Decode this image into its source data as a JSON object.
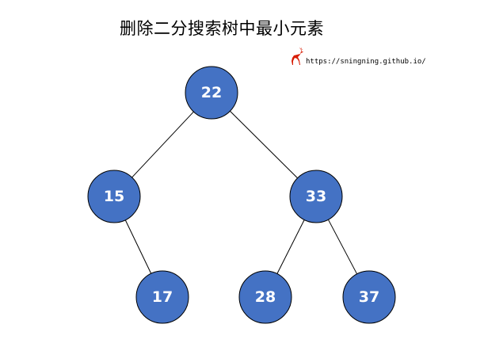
{
  "title": "删除二分搜索树中最小元素",
  "watermark": {
    "url": "https://sningning.github.io/",
    "logo_icon": "deer-icon",
    "logo_color": "#d81e06"
  },
  "tree": {
    "node_fill": "#4472c4",
    "node_stroke": "#000000",
    "edge_color": "#000000",
    "nodes": [
      {
        "id": "n22",
        "label": "22"
      },
      {
        "id": "n15",
        "label": "15"
      },
      {
        "id": "n33",
        "label": "33"
      },
      {
        "id": "n17",
        "label": "17"
      },
      {
        "id": "n28",
        "label": "28"
      },
      {
        "id": "n37",
        "label": "37"
      }
    ],
    "edges": [
      {
        "from": "n22",
        "to": "n15"
      },
      {
        "from": "n22",
        "to": "n33"
      },
      {
        "from": "n15",
        "to": "n17"
      },
      {
        "from": "n33",
        "to": "n28"
      },
      {
        "from": "n33",
        "to": "n37"
      }
    ]
  }
}
